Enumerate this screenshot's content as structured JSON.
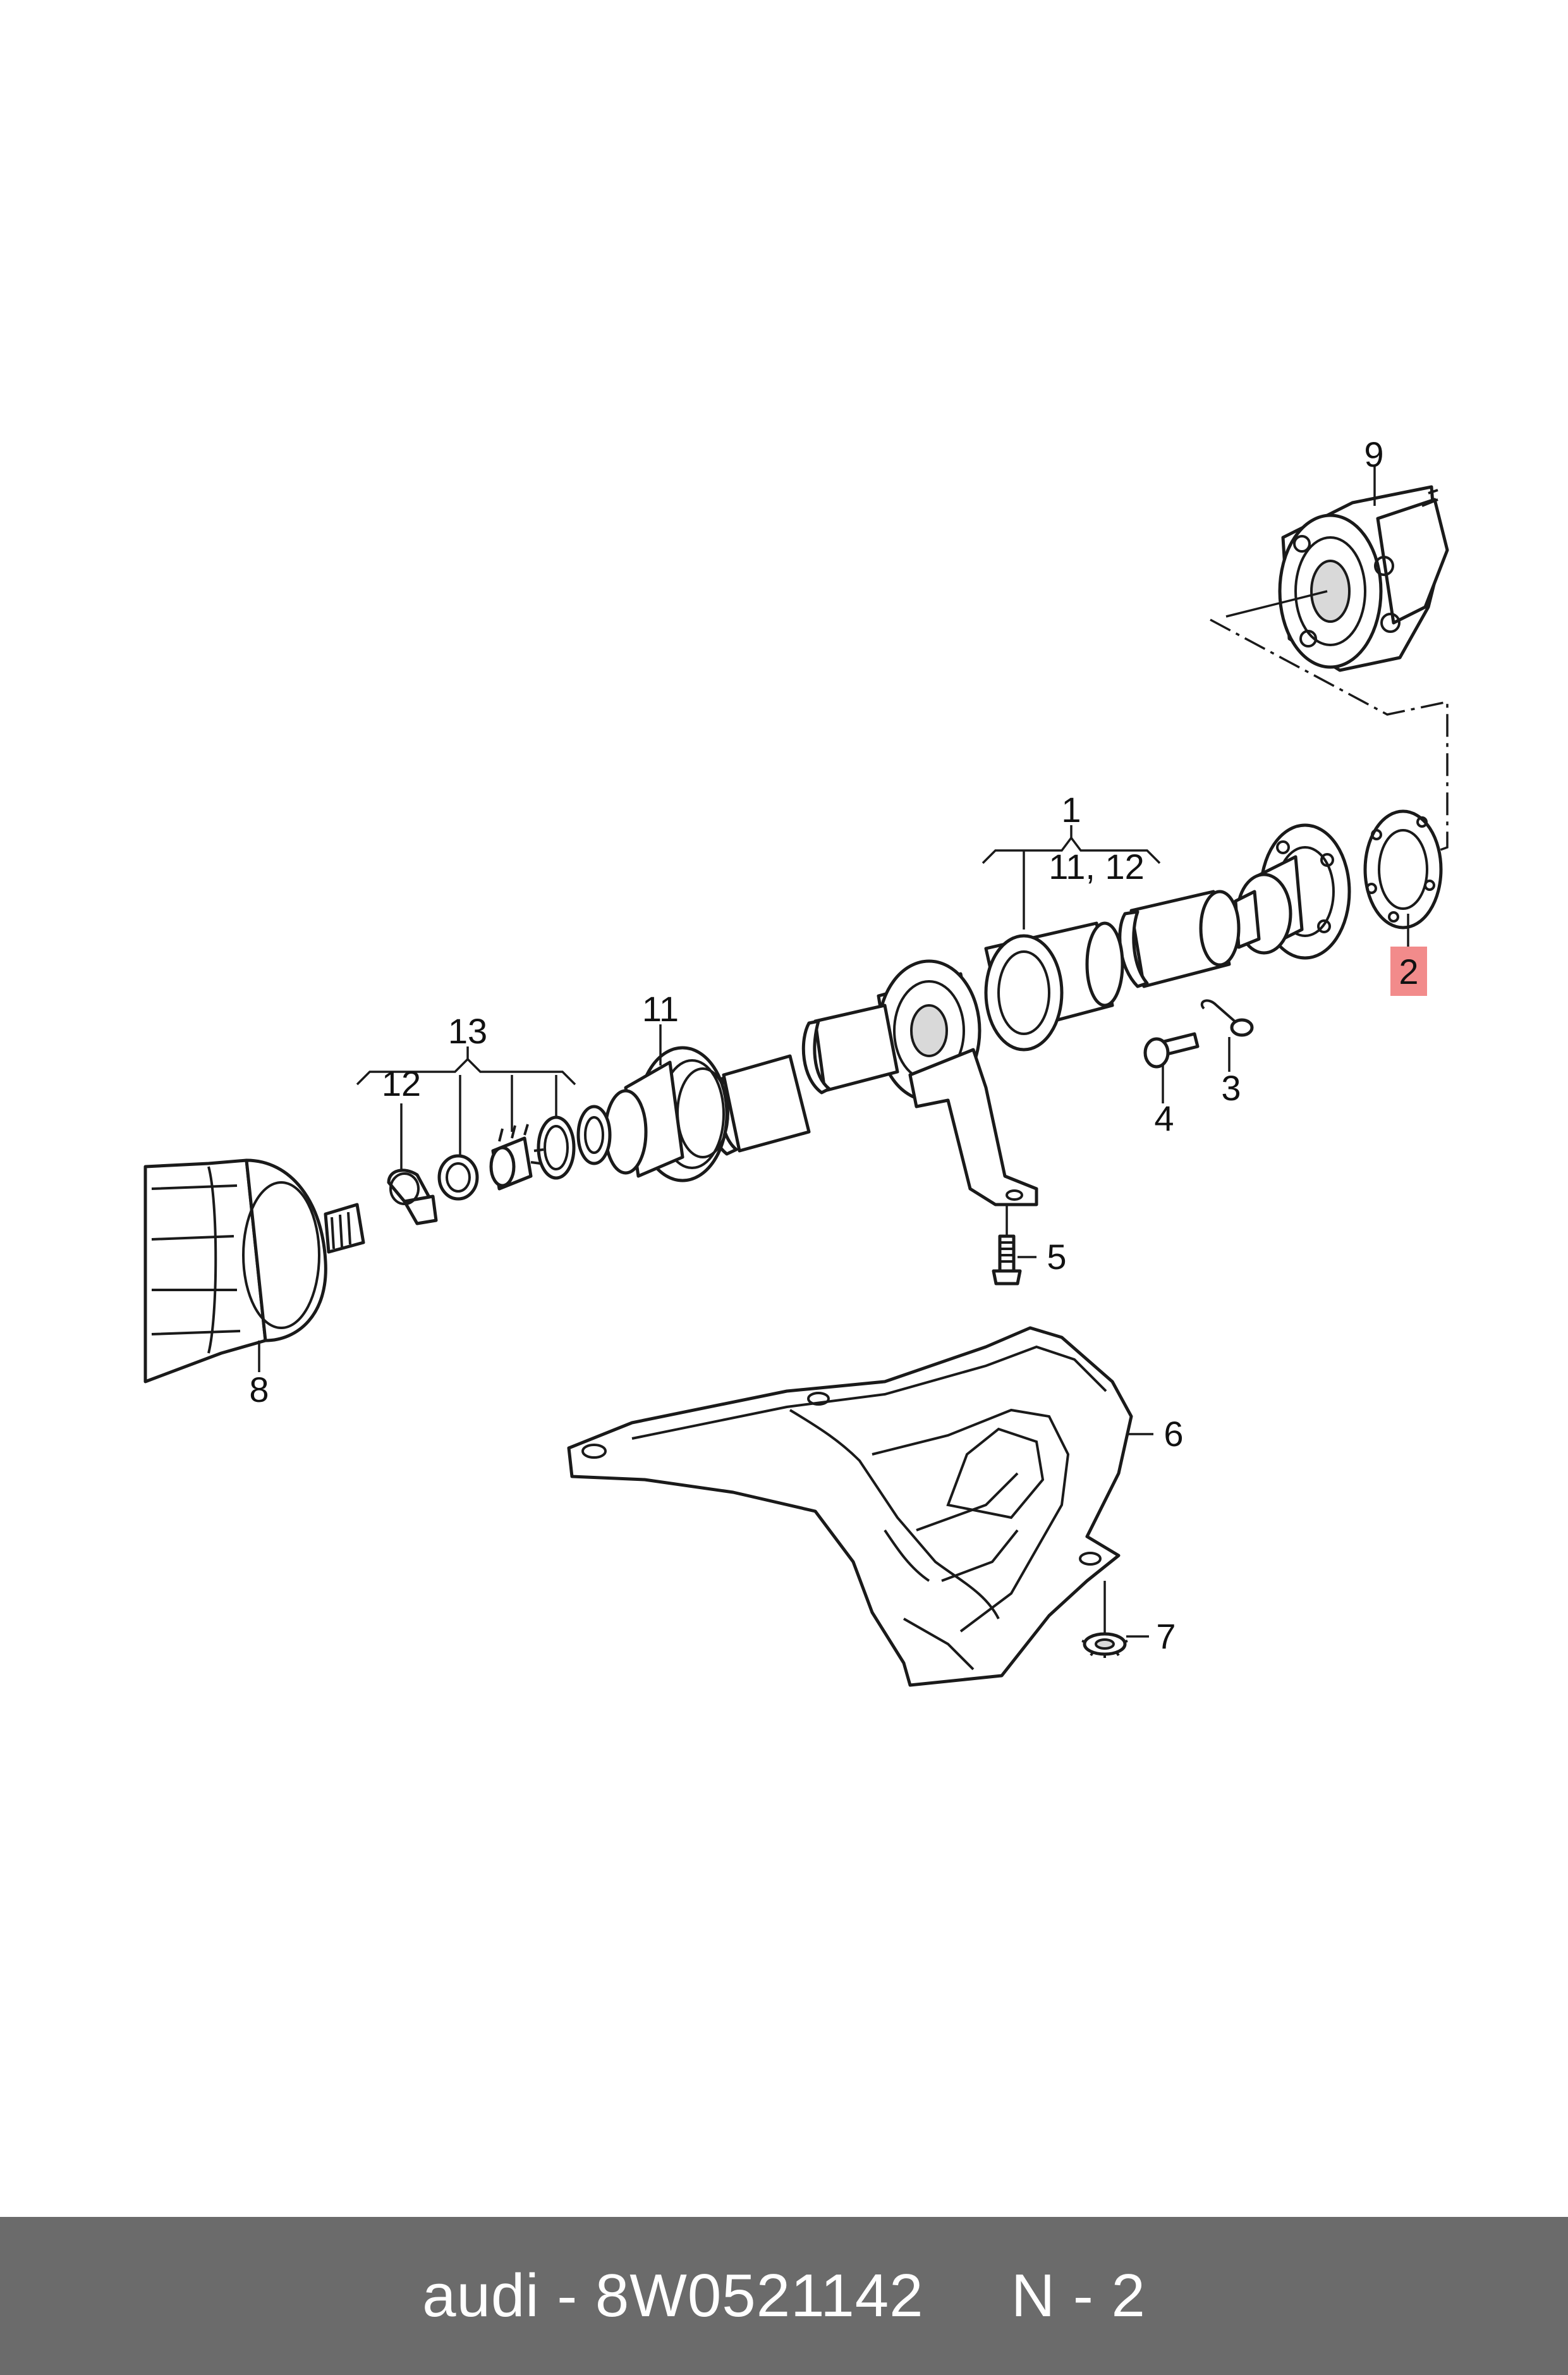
{
  "callouts": {
    "c1": "1",
    "c1_sub": "11, 12",
    "c2": "2",
    "c3": "3",
    "c4": "4",
    "c5": "5",
    "c6": "6",
    "c7": "7",
    "c8": "8",
    "c9": "9",
    "c11": "11",
    "c12": "12",
    "c13": "13"
  },
  "highlight_color": "#f28b8b",
  "footer": {
    "text": "audi - 8W0521142     N - 2",
    "background": "#6b6b6b"
  }
}
